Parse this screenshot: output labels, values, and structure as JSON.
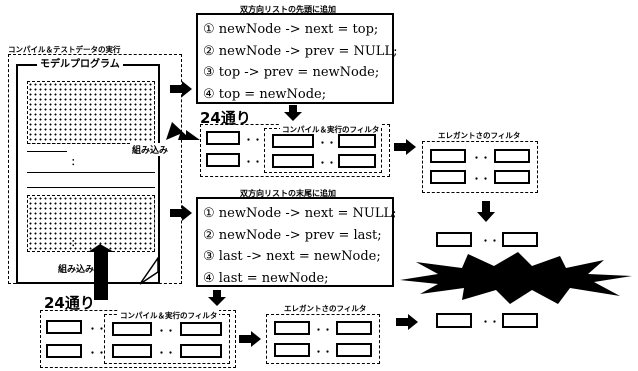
{
  "left_panel": {
    "caption": "コンパイル＆テストデータの実行",
    "title": "モデルプログラム",
    "vdots": "：",
    "embed_top": "組み込み",
    "embed_bottom": "組み込み"
  },
  "prepend_box": {
    "header": "双方向リストの先頭に追加",
    "lines": [
      "① newNode -> next = top;",
      "② newNode -> prev = NULL;",
      "③ top -> prev = newNode;",
      "④ top = newNode;"
    ]
  },
  "append_box": {
    "header": "双方向リストの末尾に追加",
    "lines": [
      "① newNode -> next = NULL;",
      "② newNode -> prev = last;",
      "③ last -> next = newNode;",
      "④ last = newNode;"
    ]
  },
  "count_label": "24通り",
  "compile_filter": "コンパイル＆実行のフィルタ",
  "elegance_filter": "エレガントさのフィルタ",
  "dots": "・・",
  "star_text": ""
}
